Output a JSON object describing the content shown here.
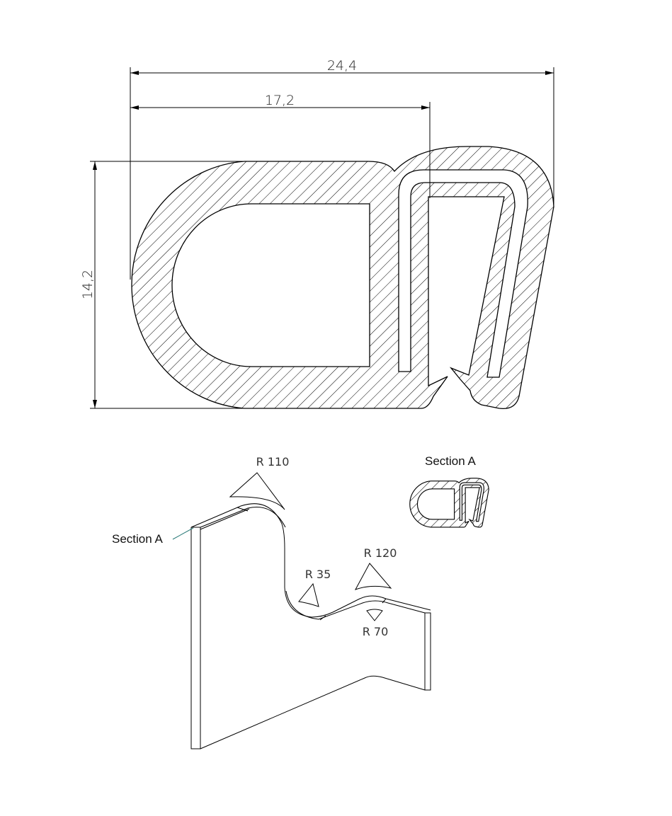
{
  "dimensions": {
    "overall_width": "24,4",
    "clip_width": "17,2",
    "height": "14,2"
  },
  "labels": {
    "section_title": "Section A",
    "section_pointer": "Section A"
  },
  "radii": {
    "r1": "R 110",
    "r2": "R 35",
    "r3": "R 120",
    "r4": "R 70"
  },
  "colors": {
    "line": "#000000",
    "leader": "#2a7a78"
  }
}
